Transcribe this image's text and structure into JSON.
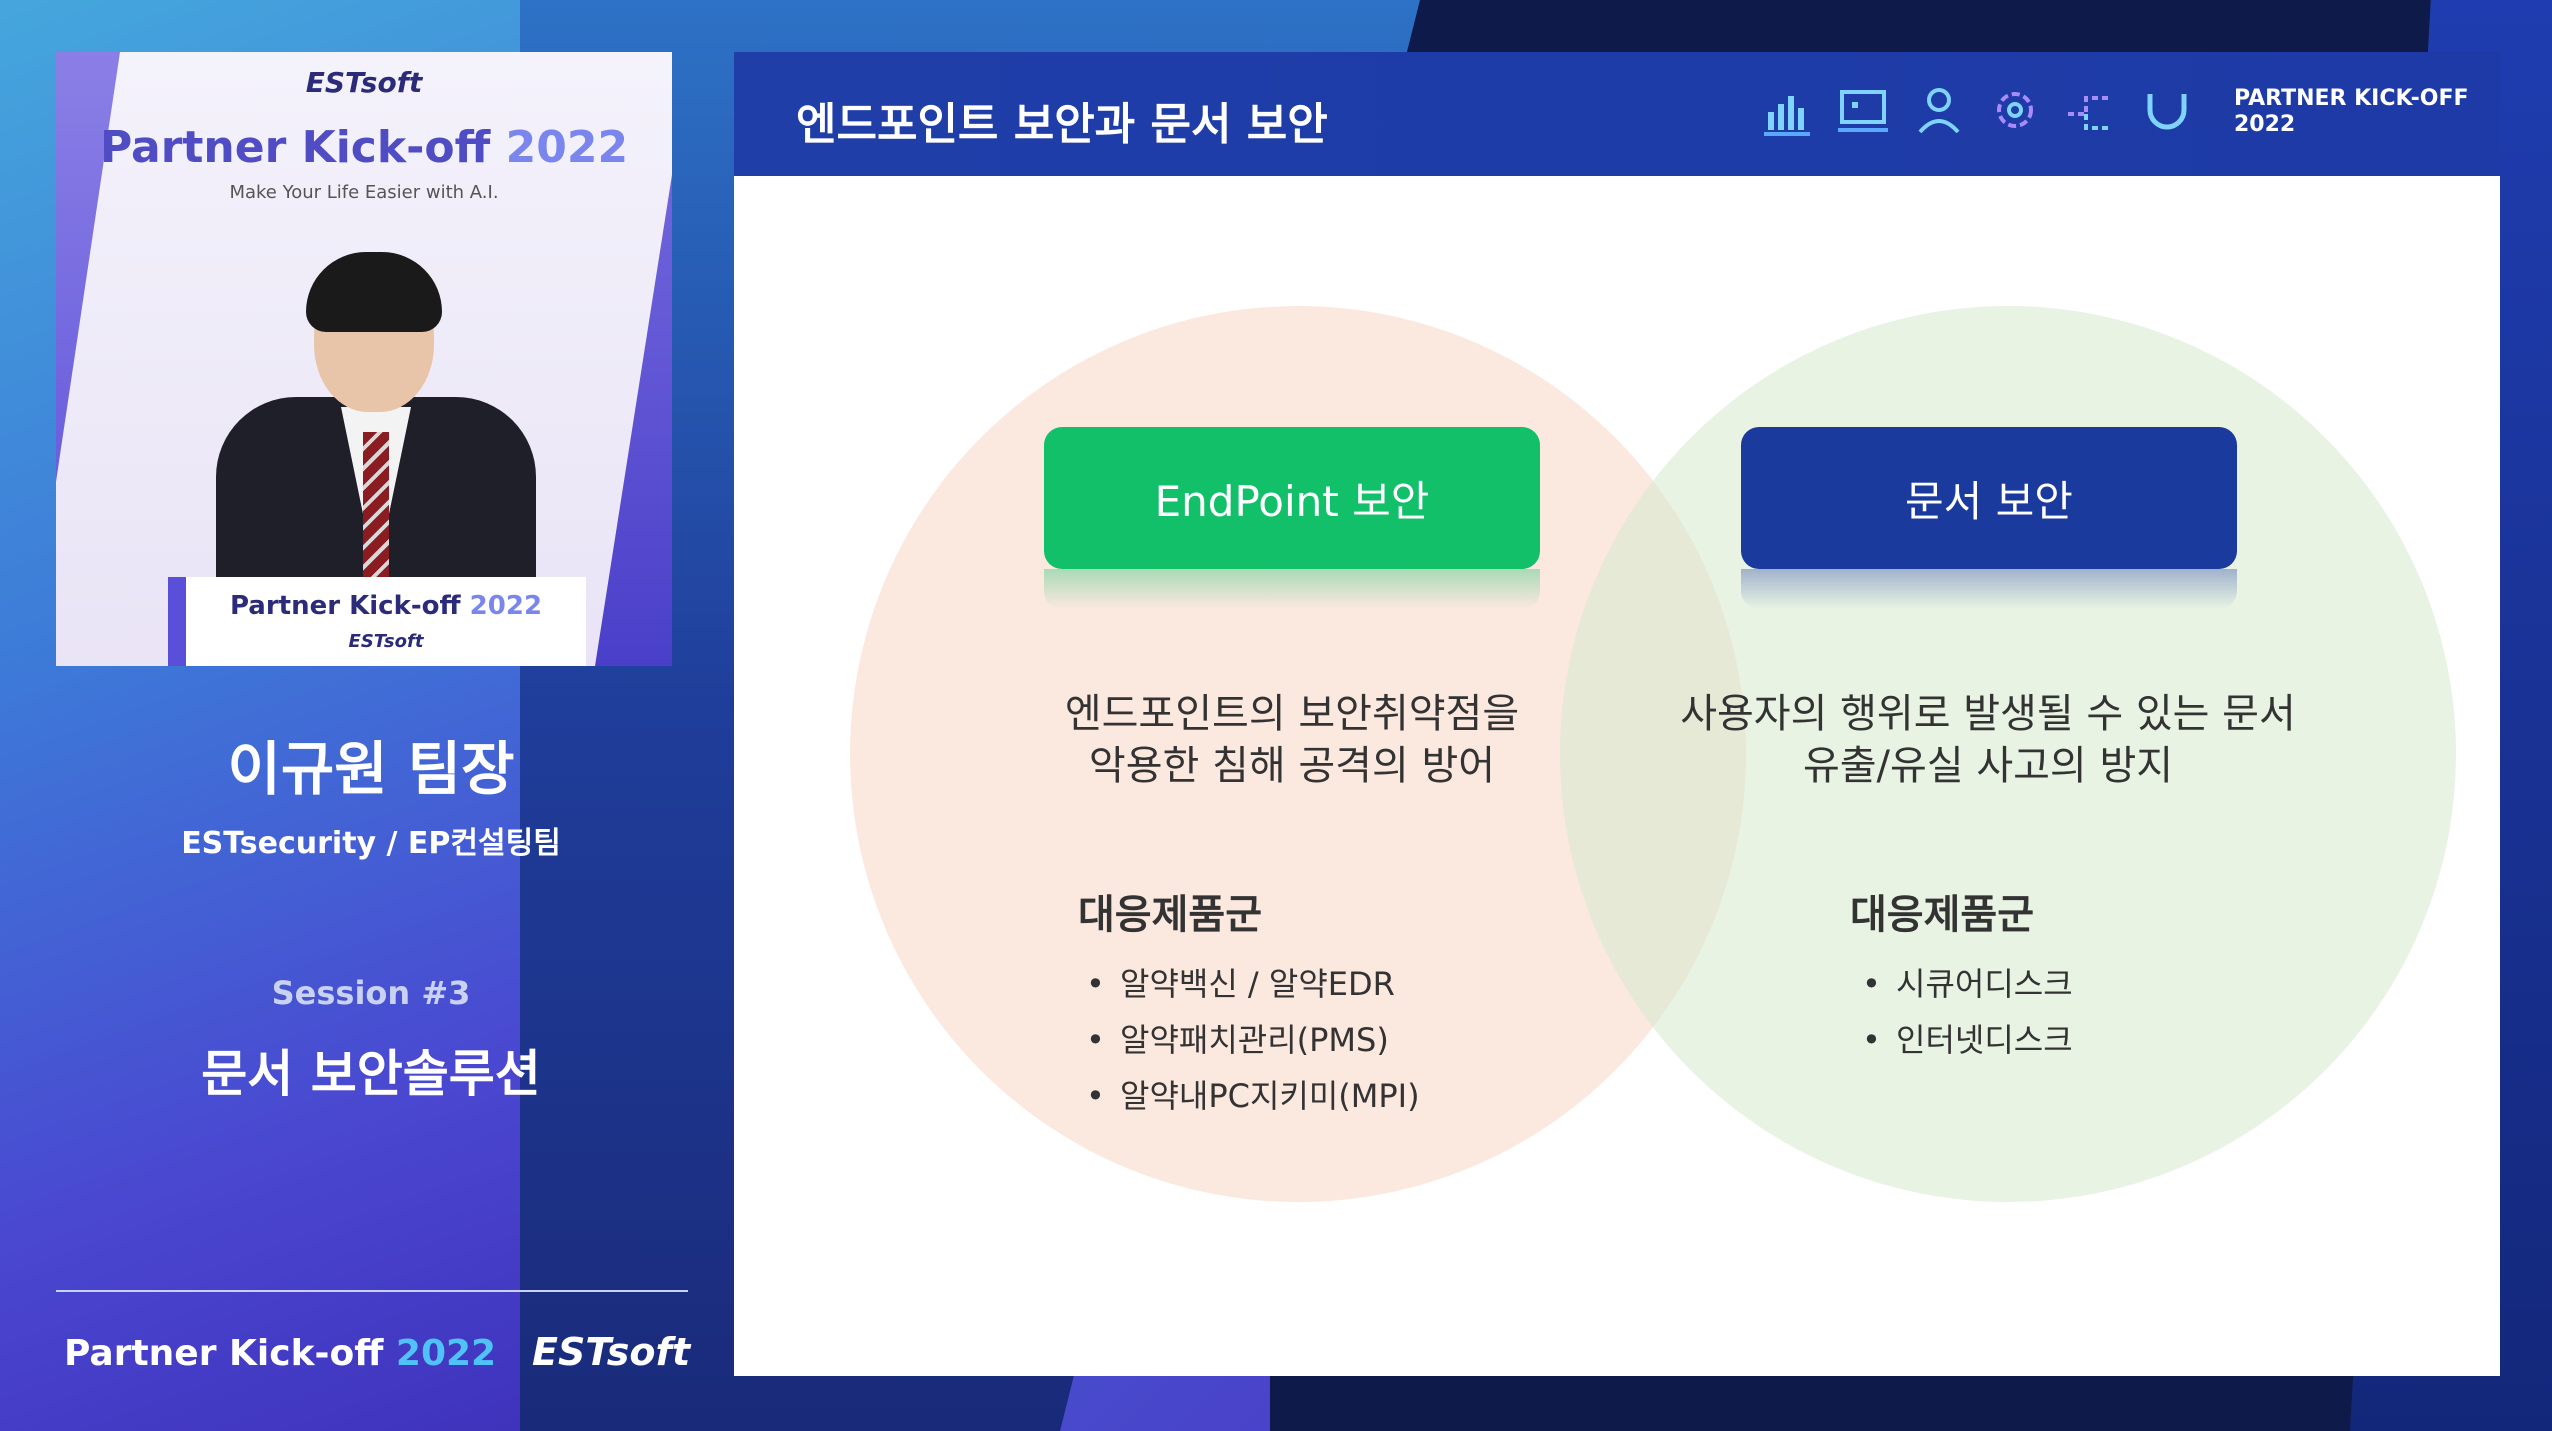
{
  "colors": {
    "accent": "#1d3aa6",
    "green": "#12c06a",
    "navy": "#1b3a9e",
    "year_blue": "#4fc3f7"
  },
  "video": {
    "brand_logo": "ESTsoft",
    "event_title": "Partner Kick-off",
    "event_year": "2022",
    "tagline": "Make Your Life Easier with A.I.",
    "podium_title": "Partner Kick-off",
    "podium_year": "2022",
    "podium_logo": "ESTsoft"
  },
  "speaker": {
    "name": "이규원 팀장",
    "org": "ESTsecurity / EP컨설팅팀"
  },
  "session": {
    "label": "Session #3",
    "title": "문서 보안솔루션"
  },
  "footer": {
    "title": "Partner Kick-off",
    "year": "2022",
    "logo": "ESTsoft"
  },
  "slide": {
    "title": "엔드포인트 보안과 문서 보안",
    "brand_line1": "PARTNER KICK-OFF",
    "brand_line2": "2022",
    "header_icons": [
      "bar-chart-icon",
      "monitor-icon",
      "user-icon",
      "gear-icon",
      "network-icon",
      "magnet-icon"
    ],
    "left": {
      "pill": "EndPoint 보안",
      "desc_line1": "엔드포인트의 보안취약점을",
      "desc_line2": "악용한 침해 공격의 방어",
      "products_heading": "대응제품군",
      "products": [
        "알약백신 / 알약EDR",
        "알약패치관리(PMS)",
        "알약내PC지키미(MPI)"
      ]
    },
    "right": {
      "pill": "문서 보안",
      "desc_line1": "사용자의 행위로 발생될 수 있는 문서",
      "desc_line2": "유출/유실 사고의 방지",
      "products_heading": "대응제품군",
      "products": [
        "시큐어디스크",
        "인터넷디스크"
      ]
    }
  }
}
